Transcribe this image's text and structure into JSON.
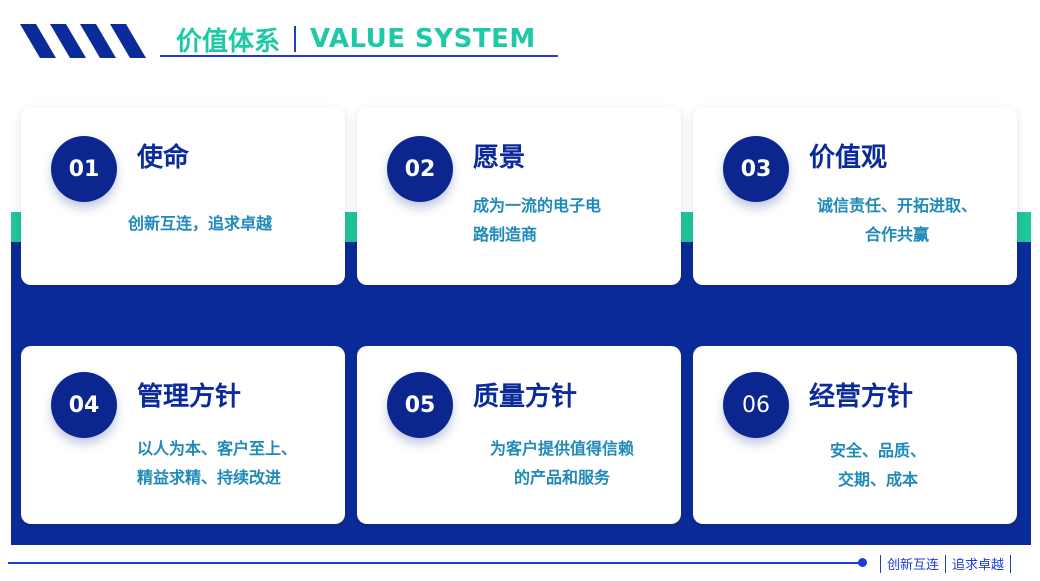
{
  "header": {
    "title_cn": "价值体系",
    "title_en": "VALUE SYSTEM"
  },
  "cards": [
    {
      "num": "01",
      "title": "使命",
      "text": "创新互连，追求卓越"
    },
    {
      "num": "02",
      "title": "愿景",
      "text": "成为一流的电子电\n路制造商"
    },
    {
      "num": "03",
      "title": "价值观",
      "text": "诚信责任、开拓进取、\n合作共赢"
    },
    {
      "num": "04",
      "title": "管理方针",
      "text": "以人为本、客户至上、\n精益求精、持续改进"
    },
    {
      "num": "05",
      "title": "质量方针",
      "text": "为客户提供值得信赖\n的产品和服务"
    },
    {
      "num": "06",
      "title": "经营方针",
      "text": "安全、品质、\n交期、成本"
    }
  ],
  "footer": {
    "slogan_1": "创新互连",
    "slogan_2": "追求卓越"
  },
  "colors": {
    "primary_blue": "#0b2b9a",
    "accent_green": "#20c79c",
    "text_teal": "#1f8ab8",
    "title_green": "#1ec9a8"
  }
}
